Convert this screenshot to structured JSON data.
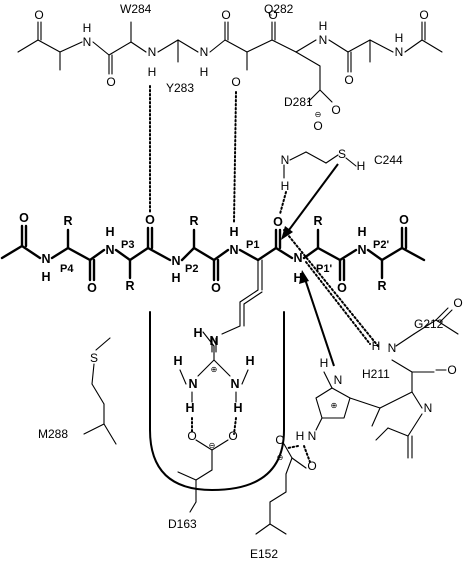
{
  "residues": {
    "w284": "W284",
    "q282": "Q282",
    "y283": "Y283",
    "d281": "D281",
    "c244": "C244",
    "g212": "G212",
    "h211": "H211",
    "m288": "M288",
    "d163": "D163",
    "e152": "E152"
  },
  "subsites": {
    "p4": "P4",
    "p3": "P3",
    "p2": "P2",
    "p1": "P1",
    "p1prime": "P1'",
    "p2prime": "P2'"
  },
  "atoms": {
    "o": "O",
    "n": "N",
    "h": "H",
    "s": "S",
    "r": "R"
  },
  "charges": {
    "minus": "⊖",
    "plus": "⊕"
  }
}
